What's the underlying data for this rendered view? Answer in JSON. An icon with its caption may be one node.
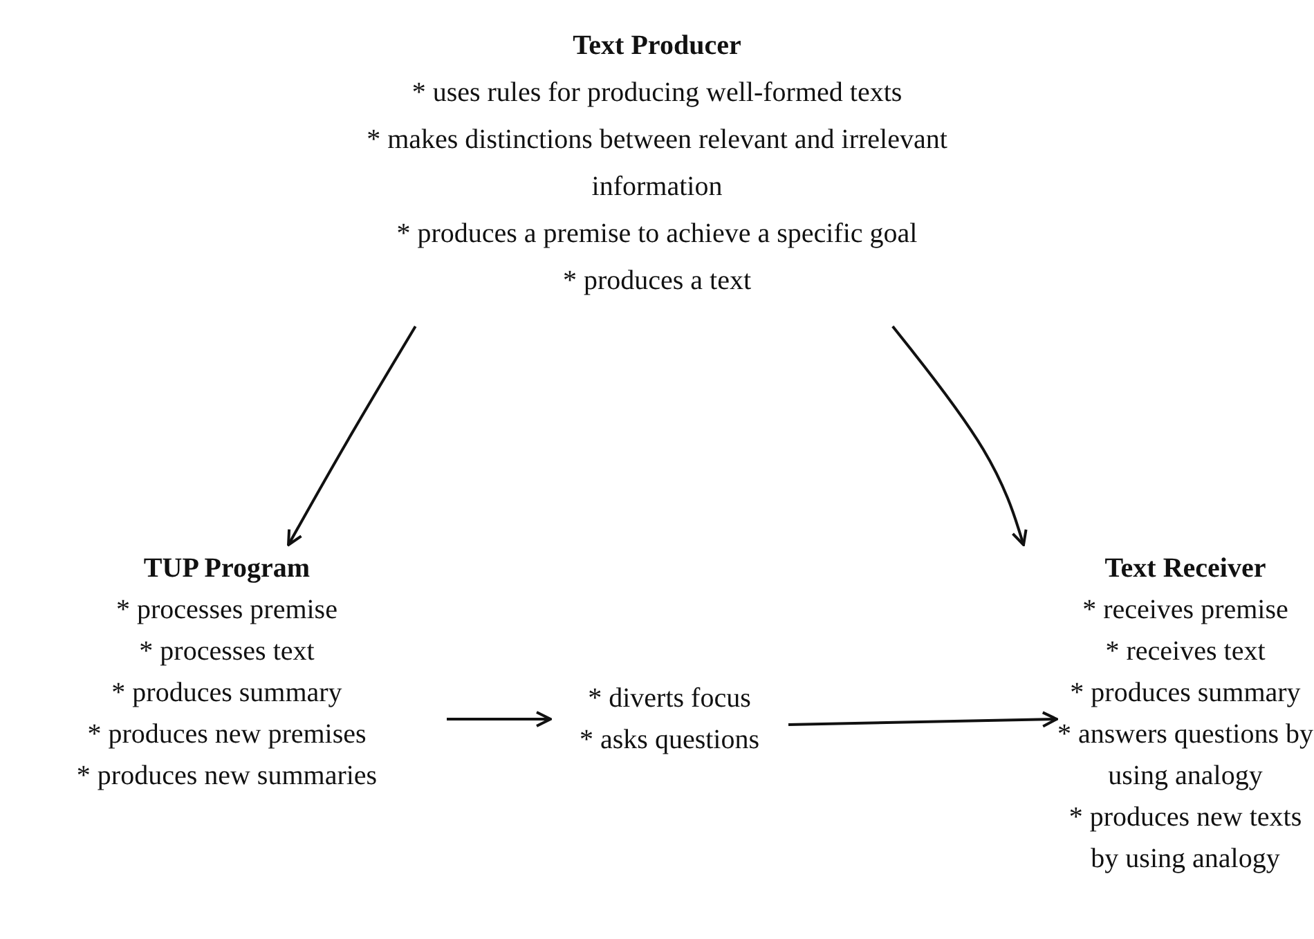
{
  "diagram": {
    "nodes": [
      {
        "text": [
          "Text Producer",
          "* uses rules for producing well-formed texts",
          "* makes distinctions between relevant and irrelevant information",
          "* produces a premise to achieve a specific goal",
          "* produces a text"
        ]
      },
      {
        "text": [
          "TUP Program",
          "* processes premise",
          "* processes text",
          "* produces summary",
          "* produces new premises",
          "* produces new summaries"
        ]
      },
      {
        "text": [
          "* diverts focus",
          "* asks questions"
        ]
      },
      {
        "text": [
          "Text Receiver",
          "* receives premise",
          "* receives text",
          "* produces summary",
          "* answers questions by using analogy",
          "* produces new texts by using analogy"
        ]
      }
    ],
    "edges": [
      {
        "from": 0,
        "to": 1,
        "arrow": "to"
      },
      {
        "from": 0,
        "to": 3,
        "arrow": "to"
      },
      {
        "from": 1,
        "to": 2,
        "arrow": "to"
      },
      {
        "from": 2,
        "to": 3,
        "arrow": "to"
      }
    ]
  }
}
